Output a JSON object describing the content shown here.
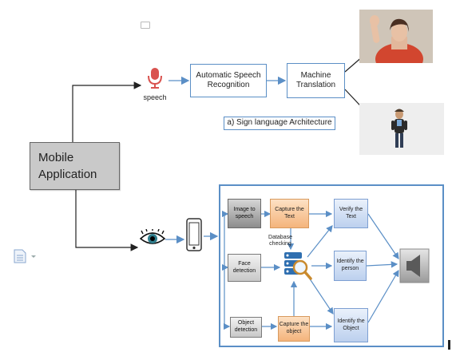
{
  "top_flow": {
    "speech_label": "speech",
    "asr_label": "Automatic Speech Recognition",
    "mt_label": "Machine Translation",
    "caption": "a) Sign language Architecture"
  },
  "mobile_app": {
    "line1": "Mobile",
    "line2": "Application"
  },
  "bottom_flow": {
    "image_to_speech": "Image to speech",
    "capture_text": "Capture the Text",
    "verify_text": "Verify the Text",
    "database_checking": "Database checking",
    "face_detection": "Face detection",
    "identify_person": "Identify the person",
    "object_detection": "Object detection",
    "capture_object": "Capture the object",
    "identify_object": "Identify the Object"
  },
  "icons": {
    "microphone": "microphone-icon",
    "eye": "eye-icon",
    "phone": "smartphone-icon",
    "scanner": "database-magnifier-icon",
    "speaker": "speaker-icon",
    "document": "document-icon"
  },
  "colors": {
    "arrow": "#5b8fc6",
    "panel_border": "#5b8fc6",
    "mic_red": "#d9534f",
    "mobile_box": "#c9c9c9"
  }
}
